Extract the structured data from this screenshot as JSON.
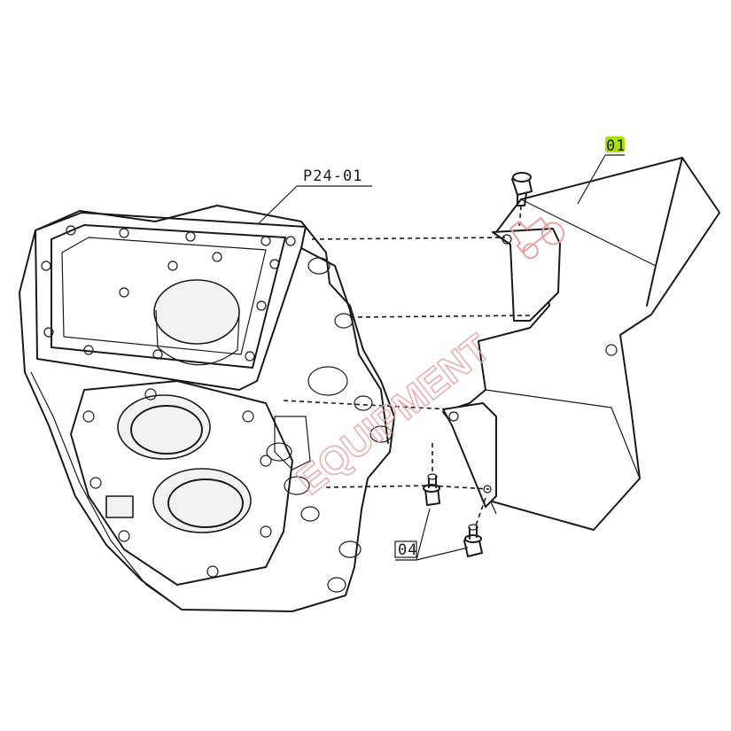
{
  "labels": {
    "housing": "P24-01",
    "cover": "01",
    "bolts": "04"
  },
  "colors": {
    "highlight": "#a8e000",
    "line": "#1a1a1a",
    "watermark": "#e8a0a0"
  },
  "watermark": {
    "text": "EQUIPMENT"
  }
}
